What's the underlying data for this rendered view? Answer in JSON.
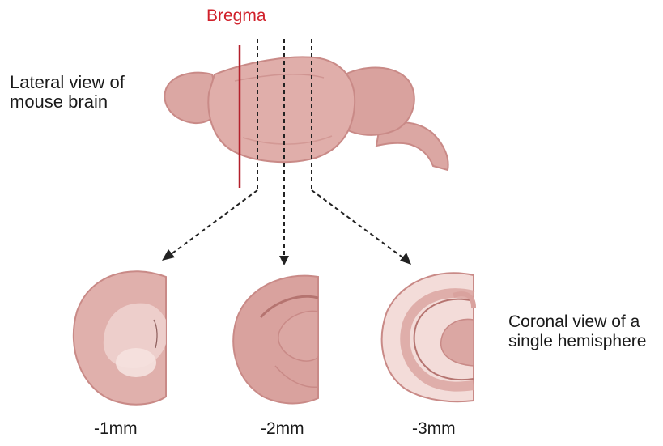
{
  "labels": {
    "bregma": "Bregma",
    "lateral_line1": "Lateral view of",
    "lateral_line2": "mouse brain",
    "coronal_line1": "Coronal view of a",
    "coronal_line2": "single hemisphere"
  },
  "sections": [
    {
      "label": "-1mm"
    },
    {
      "label": "-2mm"
    },
    {
      "label": "-3mm"
    }
  ],
  "colors": {
    "bregma_line": "#b3202b",
    "brain_fill": "#dba7a3",
    "brain_outline": "#c98a87",
    "section_fill": "#e0b0ac",
    "section_light": "#f3dcd9",
    "arrow": "#222222"
  }
}
